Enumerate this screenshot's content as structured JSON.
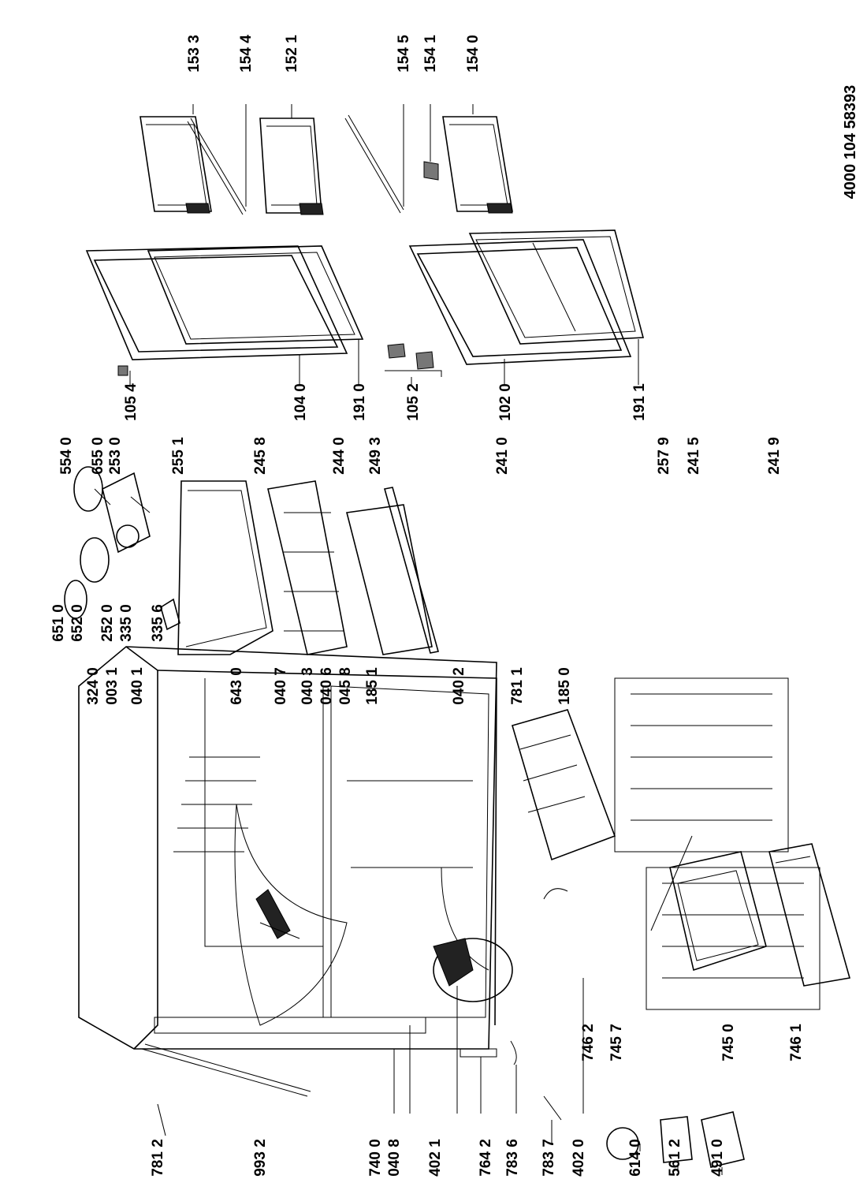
{
  "document_number": "4000 104 58393",
  "parts": [
    {
      "id": "p1533",
      "code": "153 3"
    },
    {
      "id": "p1544",
      "code": "154 4"
    },
    {
      "id": "p1521",
      "code": "152 1"
    },
    {
      "id": "p1545",
      "code": "154 5"
    },
    {
      "id": "p1541",
      "code": "154 1"
    },
    {
      "id": "p1540",
      "code": "154 0"
    },
    {
      "id": "p1054",
      "code": "105 4"
    },
    {
      "id": "p1040",
      "code": "104 0"
    },
    {
      "id": "p1910",
      "code": "191 0"
    },
    {
      "id": "p1052",
      "code": "105 2"
    },
    {
      "id": "p1020",
      "code": "102 0"
    },
    {
      "id": "p1911",
      "code": "191 1"
    },
    {
      "id": "p6510",
      "code": "651 0"
    },
    {
      "id": "p6520",
      "code": "652 0"
    },
    {
      "id": "p2520",
      "code": "252 0"
    },
    {
      "id": "p3350",
      "code": "335 0"
    },
    {
      "id": "p3356",
      "code": "335 6"
    },
    {
      "id": "p5540",
      "code": "554 0"
    },
    {
      "id": "p6550",
      "code": "655 0"
    },
    {
      "id": "p2530",
      "code": "253 0"
    },
    {
      "id": "p2551",
      "code": "255 1"
    },
    {
      "id": "p2458",
      "code": "245 8"
    },
    {
      "id": "p2440",
      "code": "244 0"
    },
    {
      "id": "p2493",
      "code": "249 3"
    },
    {
      "id": "p2410",
      "code": "241 0"
    },
    {
      "id": "p2579",
      "code": "257 9"
    },
    {
      "id": "p2415",
      "code": "241 5"
    },
    {
      "id": "p2419",
      "code": "241 9"
    },
    {
      "id": "p3240",
      "code": "324 0"
    },
    {
      "id": "p0031",
      "code": "003 1"
    },
    {
      "id": "p0401",
      "code": "040 1"
    },
    {
      "id": "p6430",
      "code": "643 0"
    },
    {
      "id": "p0407",
      "code": "040 7"
    },
    {
      "id": "p0403",
      "code": "040 3"
    },
    {
      "id": "p0406",
      "code": "040 6"
    },
    {
      "id": "p0458",
      "code": "045 8"
    },
    {
      "id": "p1851",
      "code": "185 1"
    },
    {
      "id": "p0402",
      "code": "040 2"
    },
    {
      "id": "p7811",
      "code": "781 1"
    },
    {
      "id": "p1850",
      "code": "185 0"
    },
    {
      "id": "p7462",
      "code": "746 2"
    },
    {
      "id": "p7457",
      "code": "745 7"
    },
    {
      "id": "p7450",
      "code": "745 0"
    },
    {
      "id": "p7461",
      "code": "746 1"
    },
    {
      "id": "p7812",
      "code": "781 2"
    },
    {
      "id": "p9932",
      "code": "993 2"
    },
    {
      "id": "p7400",
      "code": "740 0"
    },
    {
      "id": "p0408",
      "code": "040 8"
    },
    {
      "id": "p4021",
      "code": "402 1"
    },
    {
      "id": "p7642",
      "code": "764 2"
    },
    {
      "id": "p7836",
      "code": "783 6"
    },
    {
      "id": "p7837",
      "code": "783 7"
    },
    {
      "id": "p4020",
      "code": "402 0"
    },
    {
      "id": "p6140",
      "code": "614 0"
    },
    {
      "id": "p5612",
      "code": "561 2"
    },
    {
      "id": "p4910",
      "code": "491 0"
    }
  ]
}
